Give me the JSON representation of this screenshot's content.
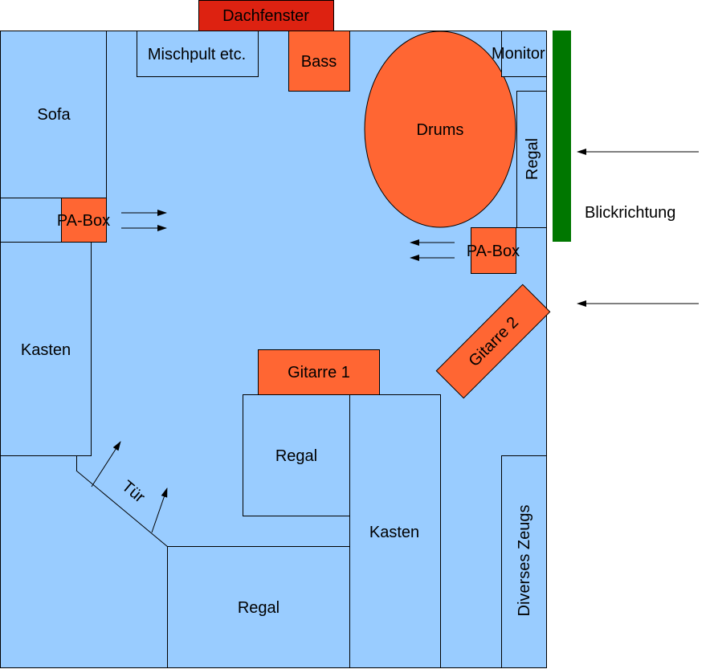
{
  "colors": {
    "room_fill": "#99ccff",
    "furniture_fill": "#99ccff",
    "instrument_fill": "#ff6633",
    "skylight_fill": "#dd2211",
    "view_bar": "#007700",
    "stroke": "#000000"
  },
  "labels": {
    "dachfenster": "Dachfenster",
    "mischpult": "Mischpult etc.",
    "bass": "Bass",
    "drums": "Drums",
    "monitor": "Monitor",
    "regal_right": "Regal",
    "sofa": "Sofa",
    "pabox_left": "PA-Box",
    "pabox_right": "PA-Box",
    "blickrichtung": "Blickrichtung",
    "kasten_left": "Kasten",
    "gitarre1": "Gitarre 1",
    "gitarre2": "Gitarre 2",
    "regal_center": "Regal",
    "kasten_center": "Kasten",
    "tuer": "Tür",
    "regal_bottom": "Regal",
    "diverses": "Diverses Zeugs"
  }
}
